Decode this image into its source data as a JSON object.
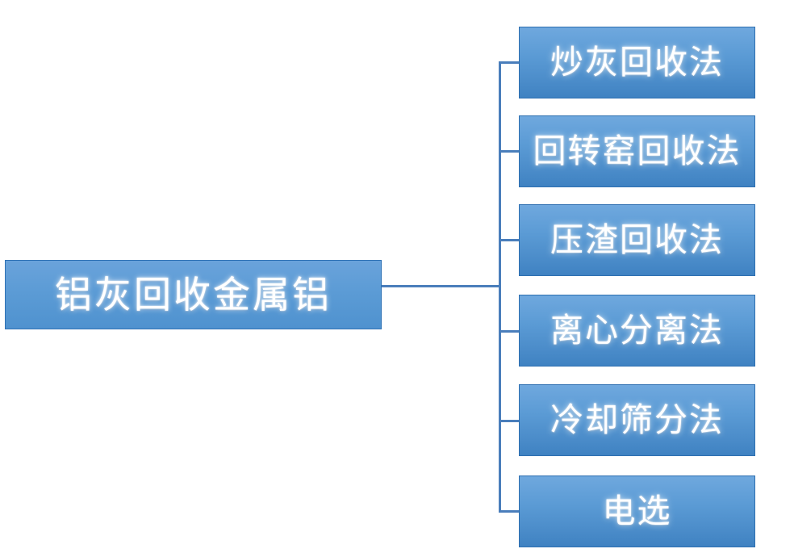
{
  "diagram": {
    "type": "hierarchy-tree",
    "orientation": "left-root-right-children",
    "title": "铝灰回收金属铝",
    "root": {
      "label": "铝灰回收金属铝"
    },
    "children": [
      {
        "label": "炒灰回收法"
      },
      {
        "label": "回转窑回收法"
      },
      {
        "label": "压渣回收法"
      },
      {
        "label": "离心分离法"
      },
      {
        "label": "冷却筛分法"
      },
      {
        "label": "电选"
      }
    ],
    "colors": {
      "node_fill_top": "#6fa8de",
      "node_fill_bottom": "#3f82c2",
      "node_border": "#2e6fb0",
      "root_fill": "#5b9bd5",
      "connector": "#4a7ebb",
      "text": "#ffffff",
      "background": "#ffffff"
    }
  }
}
